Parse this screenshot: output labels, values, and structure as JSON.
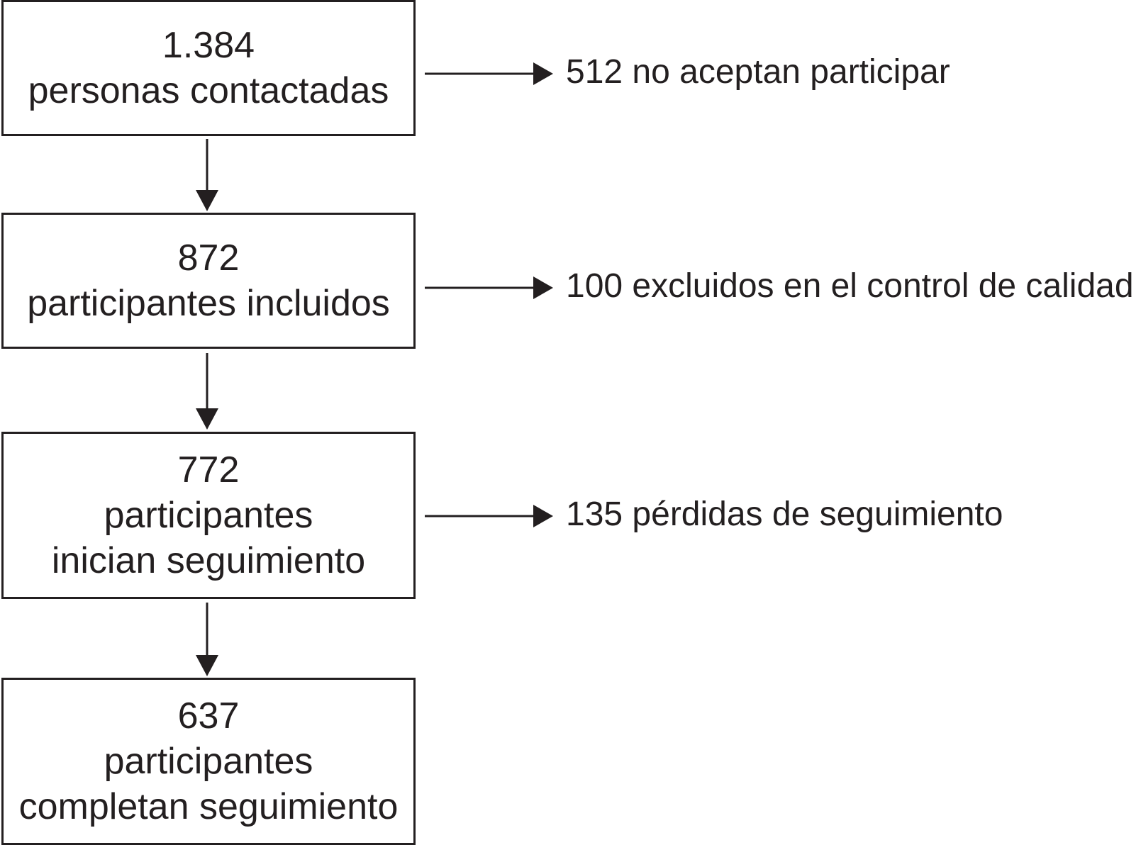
{
  "flow_boxes": [
    {
      "count": "1.384",
      "lines": [
        "personas contactadas"
      ]
    },
    {
      "count": "872",
      "lines": [
        "participantes incluidos"
      ]
    },
    {
      "count": "772",
      "lines": [
        "participantes",
        "inician seguimiento"
      ]
    },
    {
      "count": "637",
      "lines": [
        "participantes",
        "completan seguimiento"
      ]
    }
  ],
  "exclusions": [
    {
      "text": "512 no aceptan participar"
    },
    {
      "text": "100 excluidos en el control de calidad"
    },
    {
      "text": "135 pérdidas de seguimiento"
    }
  ],
  "colors": {
    "ink": "#231f20",
    "background": "#ffffff"
  }
}
